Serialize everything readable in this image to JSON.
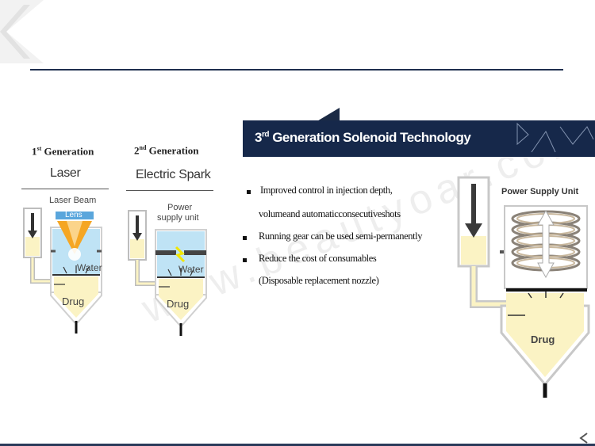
{
  "gen1": {
    "title_num": "1",
    "title_sup": "st",
    "title_word": "Generation",
    "subtitle": "Laser",
    "label_beam": "Laser Beam",
    "label_lens": "Lens",
    "label_water": "Water",
    "label_drug": "Drug"
  },
  "gen2": {
    "title_num": "2",
    "title_sup": "nd",
    "title_word": "Generation",
    "subtitle": "Electric Spark",
    "label_psu_line1": "Power",
    "label_psu_line2": "supply unit",
    "label_water": "Water",
    "label_drug": "Drug"
  },
  "banner": {
    "num": "3",
    "sup": "rd",
    "text": "Generation Solenoid Technology"
  },
  "bullets": [
    {
      "line1": "Improved control in injection depth,",
      "line2": "volumeand automaticconsecutiveshots"
    },
    {
      "line1": "Running gear can be used semi-permanently",
      "line2": ""
    },
    {
      "line1": "Reduce the cost of consumables",
      "line2": "(Disposable replacement nozzle)"
    }
  ],
  "gen3": {
    "label_psu": "Power Supply Unit",
    "label_drug": "Drug"
  },
  "watermark": "www.beautyoar.com",
  "colors": {
    "navy": "#16284a",
    "cream": "#fbf3c4",
    "water": "#bfe3f5",
    "lens": "#5aa6dc",
    "beam": "#f5a623"
  }
}
